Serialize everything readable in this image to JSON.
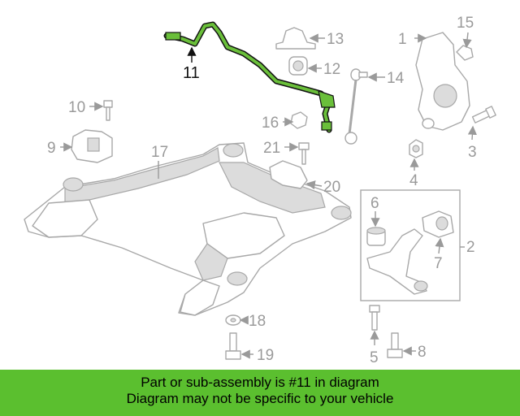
{
  "diagram": {
    "callouts": [
      "1",
      "2",
      "3",
      "4",
      "5",
      "6",
      "7",
      "8",
      "9",
      "10",
      "11",
      "12",
      "13",
      "14",
      "15",
      "16",
      "17",
      "18",
      "19",
      "20",
      "21"
    ],
    "highlighted_part": "11",
    "highlight_color": "#6abf3a"
  },
  "banner": {
    "line1": "Part or sub-assembly is #11 in diagram",
    "line2": "Diagram may not be specific to your vehicle",
    "background": "#5bbf2f"
  }
}
